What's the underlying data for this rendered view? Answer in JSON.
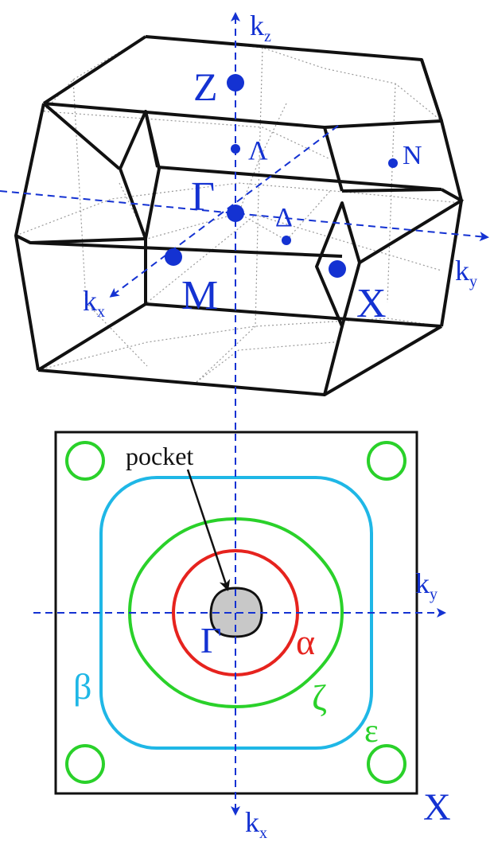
{
  "brillouin_zone": {
    "axes": {
      "kz": [
        "k",
        "z"
      ],
      "ky": [
        "k",
        "y"
      ],
      "kx": [
        "k",
        "x"
      ]
    },
    "points": {
      "Z": "Z",
      "Lambda": "Λ",
      "N": "N",
      "Gamma": "Γ",
      "Delta": "Δ",
      "M": "M",
      "X": "X"
    }
  },
  "fermi_surface": {
    "axes": {
      "ky": [
        "k",
        "y"
      ],
      "kx": [
        "k",
        "x"
      ]
    },
    "annotation": "pocket",
    "labels": {
      "Gamma": "Γ",
      "alpha": "α",
      "beta": "β",
      "zeta": "ζ",
      "epsilon": "ε",
      "X": "X"
    }
  },
  "colors": {
    "axis_blue": "#1432d2",
    "edge": "#111111",
    "grid_gray": "#9a9a9a",
    "alpha_red": "#e6231e",
    "zeta_green": "#2ad12a",
    "beta_cyan": "#1fb7e6",
    "epsilon_green": "#2ad12a",
    "pocket_fill": "#c8c8c8"
  }
}
